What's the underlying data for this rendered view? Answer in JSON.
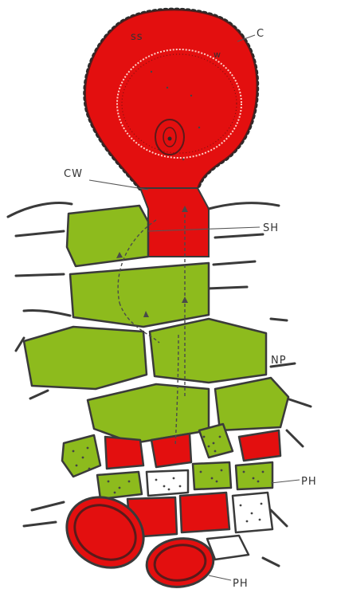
{
  "labels": {
    "spore_surface": "ss",
    "spore_coat": "C",
    "spore_wall": "w",
    "cell_wall": "CW",
    "sterile_hypha": "SH",
    "nucellar_parenchyma": "NP",
    "phloem_cells": "PH",
    "phloem_vessels": "PH"
  },
  "colors": {
    "spore_fill": "#e30f0f",
    "parenchyma_fill": "#8dbb1d",
    "wall_outline": "#3a3a3a",
    "dots": "#444444"
  }
}
